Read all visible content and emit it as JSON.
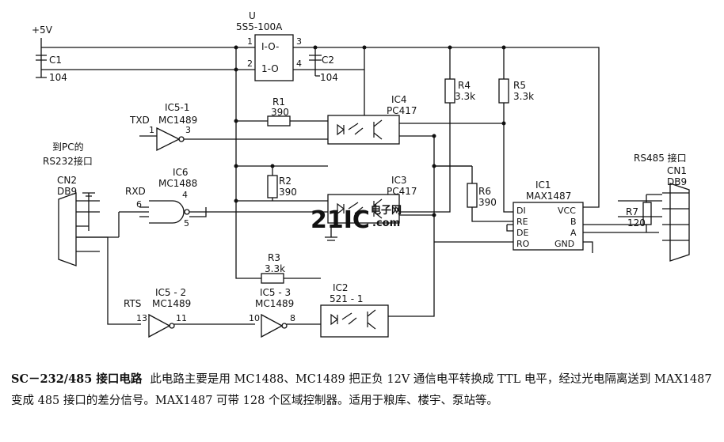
{
  "power": {
    "label": "+5V"
  },
  "caps": {
    "c1": {
      "name": "C1",
      "value": "104"
    },
    "c2": {
      "name": "C2",
      "value": "104"
    }
  },
  "regulator": {
    "ref": "U",
    "part": "5S5-100A",
    "io_top": "I-O-",
    "io_bottom": "1-O",
    "pin1": "1",
    "pin2": "2",
    "pin3": "3",
    "pin4": "4"
  },
  "resistors": {
    "r1": {
      "name": "R1",
      "value": "390"
    },
    "r2": {
      "name": "R2",
      "value": "390"
    },
    "r3": {
      "name": "R3",
      "value": "3.3k"
    },
    "r4": {
      "name": "R4",
      "value": "3.3k"
    },
    "r5": {
      "name": "R5",
      "value": "3.3k"
    },
    "r6": {
      "name": "R6",
      "value": "390"
    },
    "r7": {
      "name": "R7",
      "value": "120"
    }
  },
  "ics": {
    "ic5_1": {
      "ref": "IC5-1",
      "part": "MC1489",
      "signal": "TXD",
      "pin_in": "1",
      "pin_out": "3"
    },
    "ic6": {
      "ref": "IC6",
      "part": "MC1488",
      "signal": "RXD",
      "pin_out": "6",
      "pin_a": "4",
      "pin_b": "5"
    },
    "ic5_2": {
      "ref": "IC5 - 2",
      "part": "MC1489",
      "signal": "RTS",
      "pin_in": "13",
      "pin_out": "11"
    },
    "ic5_3": {
      "ref": "IC5 - 3",
      "part": "MC1489",
      "pin_in": "10",
      "pin_out": "8"
    },
    "ic4": {
      "ref": "IC4",
      "part": "PC417"
    },
    "ic3": {
      "ref": "IC3",
      "part": "PC417"
    },
    "ic2": {
      "ref": "IC2",
      "part": "521 - 1"
    },
    "ic1": {
      "ref": "IC1",
      "part": "MAX1487",
      "pins": [
        "DI",
        "RE",
        "DE",
        "RO",
        "VCC",
        "B",
        "A",
        "GND"
      ]
    }
  },
  "connectors": {
    "pc_label_1": "到PC的",
    "pc_label_2": "RS232接口",
    "cn2": {
      "ref": "CN2",
      "type": "DB9"
    },
    "rs485_label": "RS485 接口",
    "cn1": {
      "ref": "CN1",
      "type": "DB9"
    }
  },
  "watermark": {
    "logo": "21IC",
    "text1": "电子网",
    "text2": ".com"
  },
  "caption": {
    "title": "SC－232/485 接口电路",
    "body": "此电路主要是用 MC1488、MC1489 把正负 12V 通信电平转换成 TTL 电平，经过光电隔离送到 MAX1487 变成 485 接口的差分信号。MAX1487 可带 128 个区域控制器。适用于粮库、楼宇、泵站等。"
  }
}
